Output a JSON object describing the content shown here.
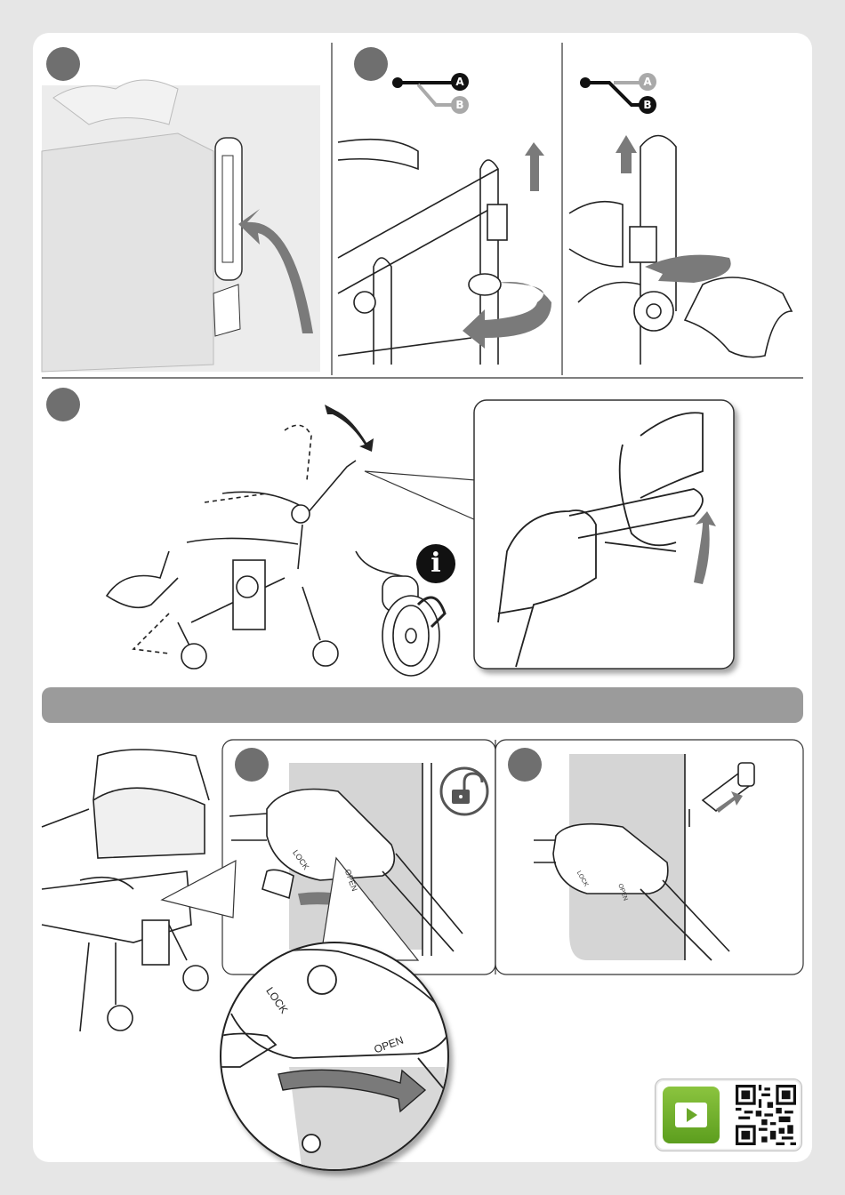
{
  "steps": {
    "step1": {
      "icon": "step-1-dot"
    },
    "step2": {
      "icon": "step-2-dot",
      "diagram": {
        "top": "A",
        "bottom": "B"
      }
    },
    "step3": {
      "icon": "step-3-dot",
      "diagram": {
        "top": "A",
        "bottom": "B"
      }
    },
    "step4": {
      "icon": "step-4-dot"
    },
    "step5": {
      "icon": "step-5-dot"
    },
    "step6": {
      "icon": "step-6-dot"
    }
  },
  "info_symbol": "i",
  "lock_labels": {
    "lock": "LOCK",
    "open": "OPEN"
  },
  "colors": {
    "page_bg": "#e6e6e6",
    "panel": "#ffffff",
    "section_bar": "#9b9b9b",
    "play_green": "#78b531",
    "step_dot": "#6f6f6f"
  }
}
